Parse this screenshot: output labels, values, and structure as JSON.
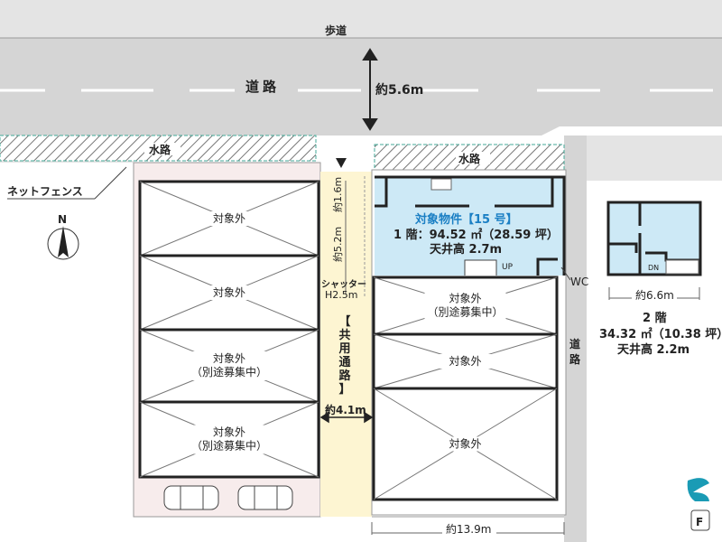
{
  "sidewalk_label": "歩道",
  "road_label": "道路",
  "road_width": "約5.6m",
  "waterway_left": "水路",
  "waterway_right": "水路",
  "fence_label": "ネットフェンス",
  "north_label": "N",
  "left_rooms": [
    {
      "line1": "対象外",
      "line2": ""
    },
    {
      "line1": "対象外",
      "line2": ""
    },
    {
      "line1": "対象外",
      "line2": "（別途募集中）"
    },
    {
      "line1": "対象外",
      "line2": "（別途募集中）"
    }
  ],
  "right_rooms": [
    {
      "line1": "対象外",
      "line2": "（別途募集中）"
    },
    {
      "line1": "対象外",
      "line2": ""
    },
    {
      "line1": "対象外",
      "line2": ""
    }
  ],
  "passage": {
    "label_chars": [
      "【",
      "共",
      "用",
      "通",
      "路",
      "】"
    ],
    "width": "約4.1m",
    "dim_top": "約1.6m",
    "dim_side": "約5.2m",
    "shutter_1": "シャッター",
    "shutter_2": "H2.5m"
  },
  "target": {
    "title": "対象物件【15 号】",
    "floor1": "1 階：94.52 ㎡（28.59 坪）",
    "ceiling": "天井高 2.7m",
    "up": "UP",
    "wc": "WC"
  },
  "floor2": {
    "width": "約6.6m",
    "title": "2 階",
    "area": "34.32 ㎡（10.38 坪）",
    "ceiling": "天井高 2.2m",
    "dn": "DN"
  },
  "right_road_chars": [
    "道",
    "路"
  ],
  "bottom_width": "約13.9m",
  "logo_letter": "F",
  "colors": {
    "road": "#d9d9d9",
    "target": "#cde9f6",
    "passage": "#fdf5d2",
    "lot": "#f7ecec"
  }
}
